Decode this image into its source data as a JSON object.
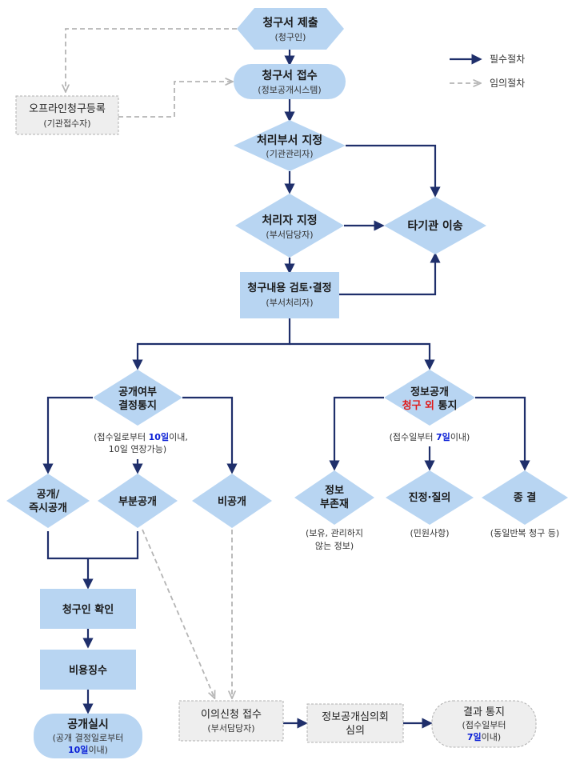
{
  "legend": {
    "required": "필수절차",
    "optional": "임의절차"
  },
  "nodes": {
    "submit": {
      "title": "청구서 제출",
      "sub": "(청구인)"
    },
    "receive": {
      "title": "청구서 접수",
      "sub": "(정보공개시스템)"
    },
    "offline": {
      "title": "오프라인청구등록",
      "sub": "(기관접수자)"
    },
    "dept": {
      "title": "처리부서 지정",
      "sub": "(기관관리자)"
    },
    "handler": {
      "title": "처리자 지정",
      "sub": "(부서담당자)"
    },
    "transfer": {
      "title": "타기관 이송"
    },
    "review": {
      "title": "청구내용 검토·결정",
      "sub": "(부서처리자)"
    },
    "decide": {
      "line1": "공개여부",
      "line2": "결정통지"
    },
    "notice": {
      "line1": "정보공개",
      "line2_red": "청구 외",
      "line2_rest": " 통지"
    },
    "open": {
      "line1": "공개/",
      "line2": "즉시공개"
    },
    "partial": {
      "title": "부분공개"
    },
    "closed": {
      "title": "비공개"
    },
    "noinfo": {
      "line1": "정보",
      "line2": "부존재"
    },
    "petition": {
      "title": "진정·질의"
    },
    "end": {
      "title": "종 결"
    },
    "confirm": {
      "title": "청구인 확인"
    },
    "fee": {
      "title": "비용징수"
    },
    "execute": {
      "title": "공개실시",
      "sub1": "(공개 결정일로부터",
      "sub2_num": "10일",
      "sub2_rest": "이내)"
    },
    "objection": {
      "title": "이의신청 접수",
      "sub": "(부서담당자)"
    },
    "committee": {
      "line1": "정보공개심의회",
      "line2": "심의"
    },
    "result": {
      "title": "결과 통지",
      "sub1": "(접수일부터",
      "sub2_num": "7일",
      "sub2_rest": "이내)"
    }
  },
  "notes": {
    "decide_p1": "(접수일로부터 ",
    "decide_num": "10일",
    "decide_p2": "이내,",
    "decide_line2": "10일 연장가능)",
    "notice_p1": "(접수일부터 ",
    "notice_num": "7일",
    "notice_p2": "이내)",
    "noinfo_1": "(보유, 관리하지",
    "noinfo_2": "않는 정보)",
    "petition": "(민원사항)",
    "end": "(동일반복 청구 등)"
  },
  "colors": {
    "shape": "#b8d5f2",
    "arrow": "#1f2f6b",
    "dashed": "#b5b5b5",
    "highlight_blue": "#0a1fd6",
    "highlight_red": "#e01a1a"
  }
}
